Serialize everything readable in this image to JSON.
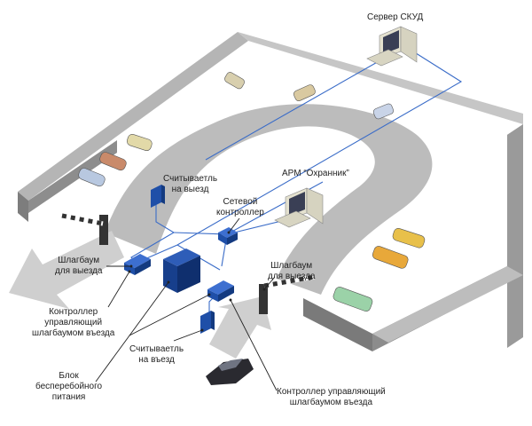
{
  "labels": {
    "server": "Сервер СКУД",
    "arm": "АРМ “Охранник”",
    "reader_exit": [
      "Считываетль",
      "на выезд"
    ],
    "network_controller": [
      "Сетевой",
      "контроллер"
    ],
    "barrier_exit_left": [
      "Шлагбаум",
      "для выезда"
    ],
    "barrier_exit_right": [
      "Шлагбаум",
      "для выезда"
    ],
    "controller_exit": [
      "Контроллер",
      "управляющий",
      "шлагбаумом въезда"
    ],
    "ups": [
      "Блок",
      "бесперебойного",
      "питания"
    ],
    "reader_entry": [
      "Считываетль",
      "на въезд"
    ],
    "controller_entry": [
      "Контроллер управляющий",
      "шлагбаумом въезда"
    ]
  },
  "colors": {
    "wall_top": "#c8c8c8",
    "wall_side": "#8a8a8a",
    "floor": "#ffffff",
    "road": "#b9b9b9",
    "device": "#1f4fa8",
    "network_line": "#3a6cc8",
    "arrow": "#c8c8c8",
    "leader": "#222222"
  }
}
